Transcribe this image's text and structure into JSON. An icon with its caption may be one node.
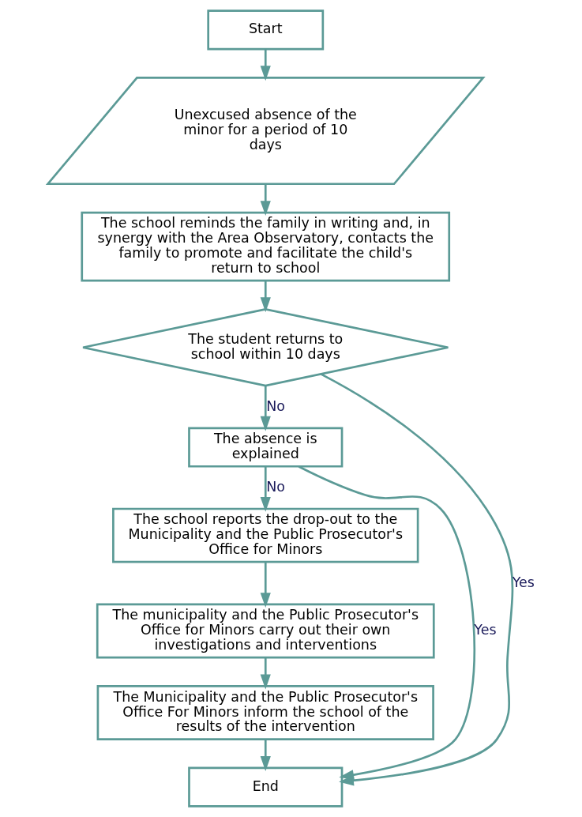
{
  "diagram": {
    "nodes": [
      {
        "text": [
          "Start"
        ]
      },
      {
        "text": [
          "Unexcused absence of the minor for a period of 10 days"
        ]
      },
      {
        "text": [
          "The school reminds the family in writing and, in synergy with the Area Observatory, contacts the family to promote and facilitate the child's return to school"
        ]
      },
      {
        "text": [
          "The student returns to school within 10 days"
        ]
      },
      {
        "text": [
          "The absence is explained"
        ]
      },
      {
        "text": [
          "The school reports the drop-out to the Municipality and the Public Prosecutor's Office for Minors"
        ]
      },
      {
        "text": [
          "The municipality and the Public Prosecutor's Office for Minors carry out their own investigations and interventions"
        ]
      },
      {
        "text": [
          "The Municipality and the Public Prosecutor's Office For Minors inform the school of the results of the intervention"
        ]
      },
      {
        "text": [
          "End"
        ]
      }
    ],
    "edges": [
      {
        "from": 0,
        "to": 1,
        "arrow": "to"
      },
      {
        "from": 1,
        "to": 2,
        "arrow": "to"
      },
      {
        "from": 2,
        "to": 3,
        "arrow": "to"
      },
      {
        "from": 3,
        "to": 8,
        "arrow": "to",
        "label": "Yes"
      },
      {
        "from": 3,
        "to": 4,
        "arrow": "to",
        "label": "No"
      },
      {
        "from": 4,
        "to": 8,
        "arrow": "to",
        "label": "Yes"
      },
      {
        "from": 4,
        "to": 5,
        "arrow": "to",
        "label": "No"
      },
      {
        "from": 5,
        "to": 6,
        "arrow": "to"
      },
      {
        "from": 6,
        "to": 7,
        "arrow": "to"
      },
      {
        "from": 7,
        "to": 8,
        "arrow": "to"
      }
    ]
  }
}
